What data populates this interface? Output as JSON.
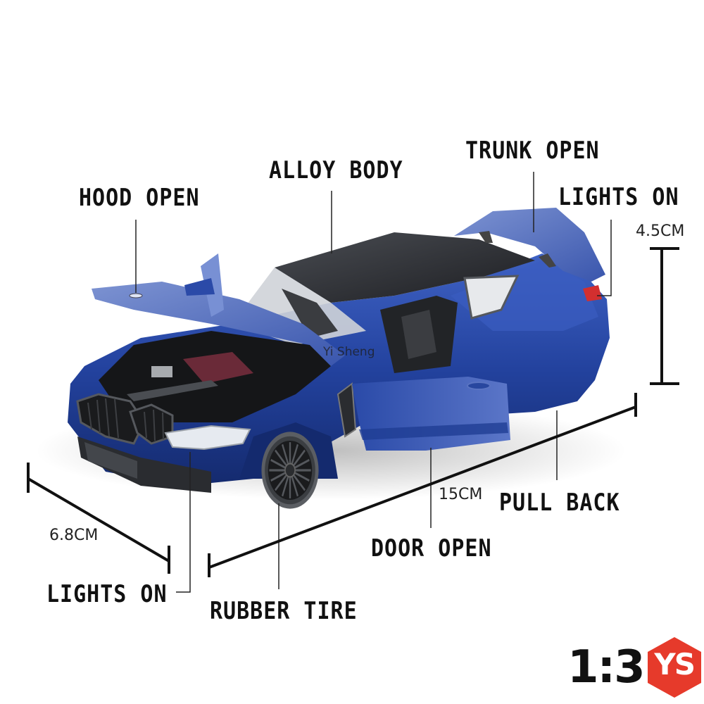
{
  "product": {
    "description": "Blue die-cast sports coupe model with hood, doors and trunk open",
    "body_color": "#1f3d94",
    "roof_color": "#2a2c30"
  },
  "features": [
    {
      "id": "hood",
      "label": "HOOD OPEN"
    },
    {
      "id": "alloy",
      "label": "ALLOY BODY"
    },
    {
      "id": "trunk",
      "label": "TRUNK OPEN"
    },
    {
      "id": "rear-lights",
      "label": "LIGHTS ON"
    },
    {
      "id": "pull-back",
      "label": "PULL BACK"
    },
    {
      "id": "door",
      "label": "DOOR OPEN"
    },
    {
      "id": "tire",
      "label": "RUBBER TIRE"
    },
    {
      "id": "front-lights",
      "label": "LIGHTS ON"
    }
  ],
  "dimensions": {
    "height": "4.5CM",
    "length": "15CM",
    "width": "6.8CM"
  },
  "watermark": "Yi Sheng",
  "logo": {
    "scale": "1:3",
    "brand": "YS",
    "registered": "®",
    "brand_color": "#e63a2b"
  }
}
